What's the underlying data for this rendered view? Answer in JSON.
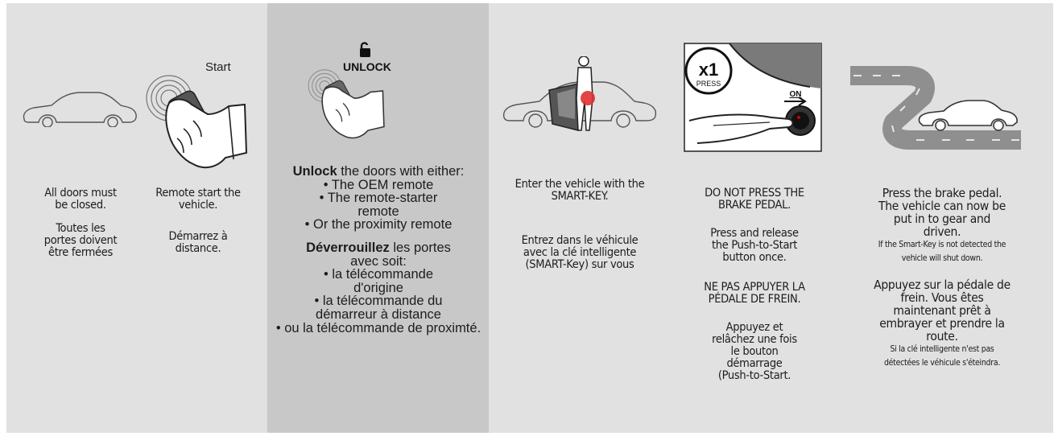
{
  "steps": {
    "doors": {
      "en": "All doors must be closed.",
      "fr": "Toutes les portes doivent être fermées"
    },
    "remote_start": {
      "label": "Start",
      "en": "Remote start the vehicle.",
      "fr": "Démarrez à distance."
    },
    "unlock": {
      "label": "UNLOCK",
      "en_bold": "Unlock",
      "en_rest": " the doors with either:",
      "en_options": [
        "• The OEM remote",
        "• The remote-starter remote",
        "• Or the proximity remote"
      ],
      "fr_bold": "Déverrouillez",
      "fr_rest": " les portes avec soit:",
      "fr_options": [
        "• la télécommande d'origine",
        "• la télécommande du démarreur à distance",
        "• ou la télécommande de proximté."
      ]
    },
    "enter": {
      "en": "Enter the vehicle with the SMART-KEY.",
      "fr": "Entrez dans le véhicule avec la clé intelligente (SMART-Key) sur vous"
    },
    "push_start": {
      "press_count": "x1",
      "press_label": "PRESS",
      "on_label": "ON",
      "en_warning": "DO NOT PRESS THE BRAKE PEDAL.",
      "en_instruction": "Press and release the Push-to-Start button once.",
      "fr_warning": "NE PAS APPUYER LA PÉDALE DE FREIN.",
      "fr_instruction": "Appuyez et relâchez une fois le bouton démarrage (Push-to-Start."
    },
    "drive": {
      "en": "Press the brake pedal. The vehicle can now be put in to gear and driven.",
      "en_note": "If the Smart-Key is not detected the vehicle will shut down.",
      "fr": "Appuyez sur la pédale de frein. Vous êtes maintenant prêt à embrayer et prendre la route.",
      "fr_note": "Si la clé intelligente n'est pas détectées le véhicule s'éteindra."
    }
  },
  "icons": [
    "car-closed-icon",
    "remote-start-hand-icon",
    "padlock-open-icon",
    "remote-unlock-hand-icon",
    "person-entering-car-icon",
    "push-start-button-icon",
    "car-on-road-icon"
  ]
}
